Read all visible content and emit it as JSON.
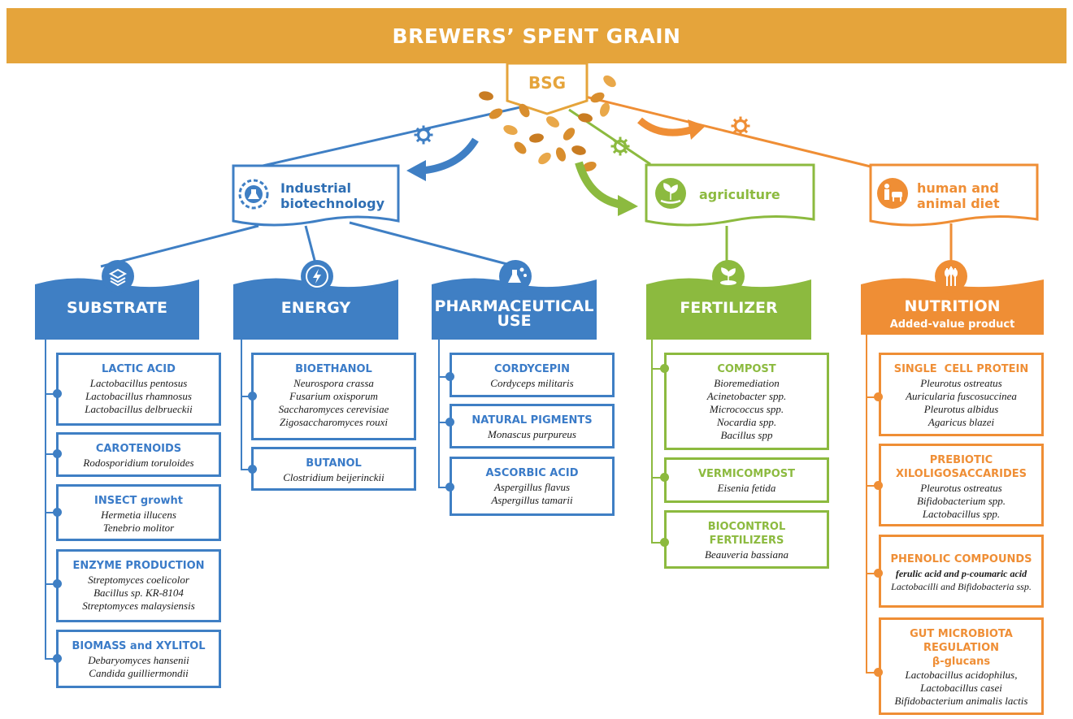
{
  "title": "BREWERS’ SPENT GRAIN",
  "center": "BSG",
  "colors": {
    "blue": "#3f7fc4",
    "green": "#8cba3f",
    "orange": "#ef8e35",
    "banner": "#e5a43b"
  },
  "categories": {
    "industrial": {
      "line1": "Industrial",
      "line2": "biotechnology",
      "icon": "flask-gear-icon"
    },
    "agriculture": {
      "label": "agriculture",
      "icon": "plant-hand-icon"
    },
    "diet": {
      "line1": "human and",
      "line2": "animal diet",
      "icon": "person-cow-icon"
    }
  },
  "subcategories": {
    "substrate": {
      "label": "SUBSTRATE",
      "icon": "layers-icon"
    },
    "energy": {
      "label": "ENERGY",
      "icon": "lightning-icon"
    },
    "pharma": {
      "line1": "PHARMACEUTICAL",
      "line2": "USE",
      "icon": "molecule-flask-icon"
    },
    "fertilizer": {
      "label": "FERTILIZER",
      "icon": "sprout-icon"
    },
    "nutrition": {
      "label": "NUTRITION",
      "sub": "Added-value product",
      "icon": "wheat-icon"
    }
  },
  "substrate_items": [
    {
      "title": "LACTIC ACID",
      "organisms": [
        "Lactobacillus pentosus",
        "Lactobacillus rhamnosus",
        "Lactobacillus delbrueckii"
      ]
    },
    {
      "title": "CAROTENOIDS",
      "organisms": [
        "Rodosporidium toruloides"
      ]
    },
    {
      "title": "INSECT growht",
      "organisms": [
        "Hermetia illucens",
        "Tenebrio molitor"
      ]
    },
    {
      "title": "ENZYME PRODUCTION",
      "organisms": [
        "Streptomyces coelicolor",
        "Bacillus sp. KR-8104",
        "Streptomyces malaysiensis"
      ]
    },
    {
      "title": "BIOMASS and XYLITOL",
      "organisms": [
        "Debaryomyces hansenii",
        "Candida guilliermondii"
      ]
    }
  ],
  "energy_items": [
    {
      "title": "BIOETHANOL",
      "organisms": [
        "Neurospora crassa",
        "Fusarium oxisporum",
        "Saccharomyces cerevisiae",
        "Zigosaccharomyces rouxi"
      ]
    },
    {
      "title": "BUTANOL",
      "organisms": [
        "Clostridium beijerinckii"
      ]
    }
  ],
  "pharma_items": [
    {
      "title": "CORDYCEPIN",
      "organisms": [
        "Cordyceps militaris"
      ]
    },
    {
      "title": "NATURAL PIGMENTS",
      "organisms": [
        "Monascus purpureus"
      ]
    },
    {
      "title": "ASCORBIC ACID",
      "organisms": [
        "Aspergillus flavus",
        "Aspergillus tamarii"
      ]
    }
  ],
  "fertilizer_items": [
    {
      "title": "COMPOST",
      "organisms": [
        "Bioremediation",
        "Acinetobacter spp.",
        "Micrococcus spp.",
        "Nocardia spp.",
        "Bacillus spp"
      ]
    },
    {
      "title": "VERMICOMPOST",
      "organisms": [
        "Eisenia fetida"
      ]
    },
    {
      "title": "BIOCONTROL",
      "title2": "FERTILIZERS",
      "organisms": [
        "Beauveria bassiana"
      ]
    }
  ],
  "nutrition_items": [
    {
      "title": "SINGLE  CELL PROTEIN",
      "organisms": [
        "Pleurotus ostreatus",
        "Auricularia fuscosuccinea",
        "Pleurotus albidus",
        "Agaricus blazei"
      ]
    },
    {
      "title": "PREBIOTIC",
      "title2": "XILOLIGOSACCARIDES",
      "organisms": [
        "Pleurotus ostreatus",
        "Bifidobacterium spp.",
        "Lactobacillus spp."
      ]
    },
    {
      "title": "PHENOLIC COMPOUNDS",
      "highlight": "ferulic acid and p-coumaric acid",
      "organisms": [
        "Lactobacilli and Bifidobacteria ssp."
      ]
    },
    {
      "title": "GUT MICROBIOTA",
      "title2": "REGULATION",
      "title3": "β-glucans",
      "organisms": [
        "Lactobacillus acidophilus,",
        "Lactobacillus casei",
        "Bifidobacterium animalis lactis"
      ]
    }
  ]
}
